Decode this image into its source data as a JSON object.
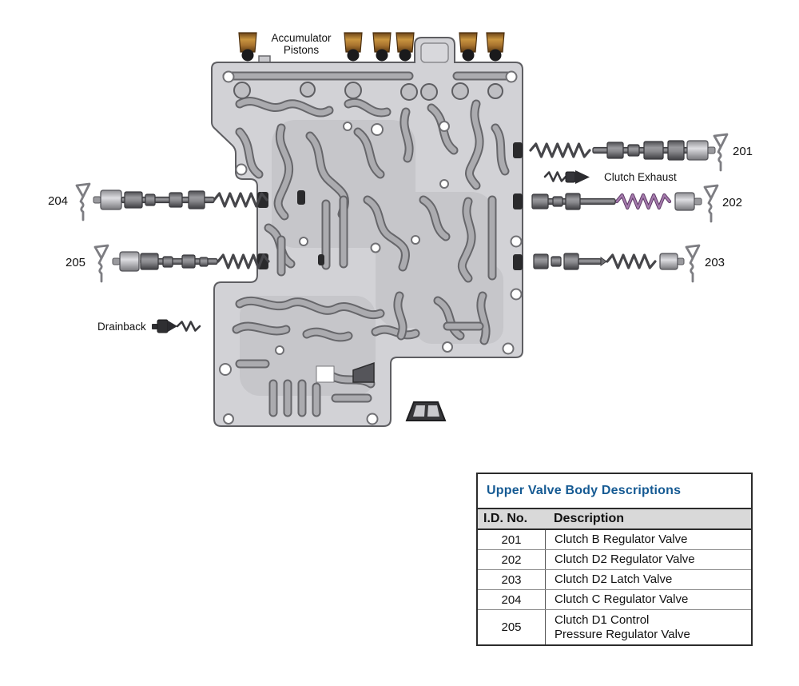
{
  "diagram": {
    "accumulator_label": {
      "line1": "Accumulator",
      "line2": "Pistons"
    },
    "clutch_exhaust_label": "Clutch Exhaust",
    "drainback_label": "Drainback",
    "callouts": {
      "v201": "201",
      "v202": "202",
      "v203": "203",
      "v204": "204",
      "v205": "205"
    }
  },
  "table": {
    "title": "Upper Valve Body Descriptions",
    "columns": {
      "id": "I.D. No.",
      "description": "Description"
    },
    "rows": [
      {
        "id": "201",
        "description": "Clutch B Regulator Valve"
      },
      {
        "id": "202",
        "description": "Clutch D2 Regulator Valve"
      },
      {
        "id": "203",
        "description": "Clutch D2 Latch Valve"
      },
      {
        "id": "204",
        "description": "Clutch C Regulator Valve"
      },
      {
        "id": "205",
        "description": "Clutch D1 Control\nPressure Regulator Valve"
      }
    ]
  },
  "colors": {
    "table_title_blue": "#155a93",
    "table_header_gray": "#d9d9d9",
    "spring_purple": "#8e5f96",
    "piston_brass": "#a9742f",
    "body_gray": "#d2d2d6"
  }
}
